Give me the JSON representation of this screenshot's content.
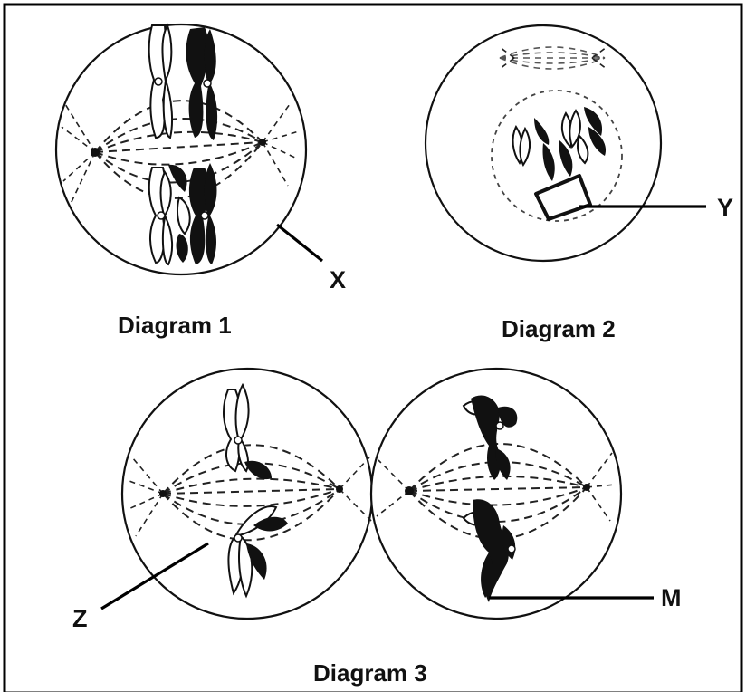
{
  "captions": {
    "diagram_1": "Diagram 1",
    "diagram_2": "Diagram 2",
    "diagram_3": "Diagram 3"
  },
  "labels": {
    "x": "X",
    "y": "Y",
    "z": "Z",
    "m": "M"
  },
  "colors": {
    "ink": "#111111",
    "background": "#ffffff"
  }
}
